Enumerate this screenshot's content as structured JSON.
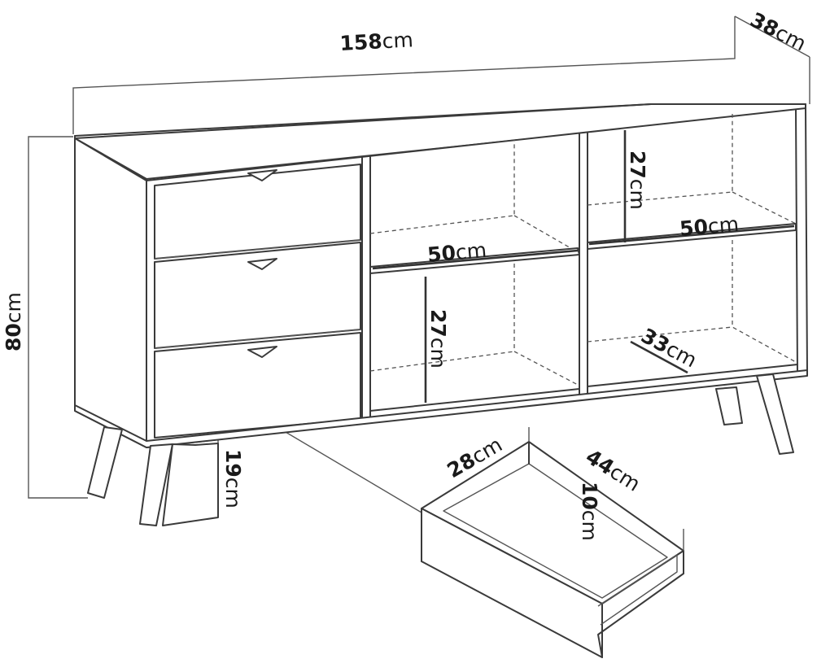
{
  "dimensions": {
    "width": {
      "value": "158",
      "unit": "cm"
    },
    "depth": {
      "value": "38",
      "unit": "cm"
    },
    "height": {
      "value": "80",
      "unit": "cm"
    },
    "leg_height": {
      "value": "19",
      "unit": "cm"
    },
    "shelf_width_middle": {
      "value": "50",
      "unit": "cm"
    },
    "shelf_width_right": {
      "value": "50",
      "unit": "cm"
    },
    "compartment_height_middle": {
      "value": "27",
      "unit": "cm"
    },
    "compartment_height_right": {
      "value": "27",
      "unit": "cm"
    },
    "shelf_depth": {
      "value": "33",
      "unit": "cm"
    },
    "drawer_width": {
      "value": "28",
      "unit": "cm"
    },
    "drawer_depth": {
      "value": "44",
      "unit": "cm"
    },
    "drawer_height": {
      "value": "10",
      "unit": "cm"
    }
  }
}
